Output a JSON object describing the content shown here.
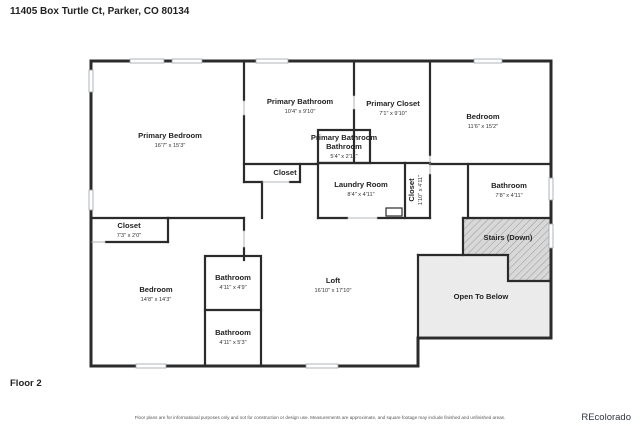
{
  "address": "11405 Box Turtle Ct, Parker, CO 80134",
  "floor_label": "Floor 2",
  "disclaimer": "Floor plans are for informational purposes only and not for construction or design use. Measurements are approximate, and square footage may include finished and unfinished areas.",
  "brand": "REcolorado",
  "rooms": [
    {
      "key": "primary-bedroom",
      "name": "Primary Bedroom",
      "dims": "16'7\" x 15'3\""
    },
    {
      "key": "primary-bathroom",
      "name": "Primary Bathroom",
      "dims": "10'4\" x 9'10\""
    },
    {
      "key": "primary-closet",
      "name": "Primary Closet",
      "dims": "7'1\" x 9'10\""
    },
    {
      "key": "primary-bathroom-small",
      "name": "Primary Bathroom",
      "dims": "5'4\" x 2'11\""
    },
    {
      "key": "bedroom-ne",
      "name": "Bedroom",
      "dims": "11'6\" x 15'2\""
    },
    {
      "key": "closet-hall",
      "name": "Closet",
      "dims": ""
    },
    {
      "key": "laundry-room",
      "name": "Laundry Room",
      "dims": "8'4\" x 4'11\""
    },
    {
      "key": "closet-vertical",
      "name": "Closet",
      "dims": "1'10\" x 4'11\""
    },
    {
      "key": "bathroom-east",
      "name": "Bathroom",
      "dims": "7'8\" x 4'11\""
    },
    {
      "key": "closet-west",
      "name": "Closet",
      "dims": "7'3\" x 2'0\""
    },
    {
      "key": "stairs",
      "name": "Stairs (Down)",
      "dims": ""
    },
    {
      "key": "bedroom-sw",
      "name": "Bedroom",
      "dims": "14'8\" x 14'3\""
    },
    {
      "key": "bathroom-upper",
      "name": "Bathroom",
      "dims": "4'11\" x 4'9\""
    },
    {
      "key": "bathroom-lower",
      "name": "Bathroom",
      "dims": "4'11\" x 5'3\""
    },
    {
      "key": "loft",
      "name": "Loft",
      "dims": "16'10\" x 17'10\""
    },
    {
      "key": "open-to-below",
      "name": "Open To Below",
      "dims": ""
    }
  ],
  "colors": {
    "wall": "#2b2b2b",
    "floor": "#ffffff",
    "void": "#ededed",
    "stairs": "#c8c8c8",
    "window": "#bfc7cc"
  }
}
